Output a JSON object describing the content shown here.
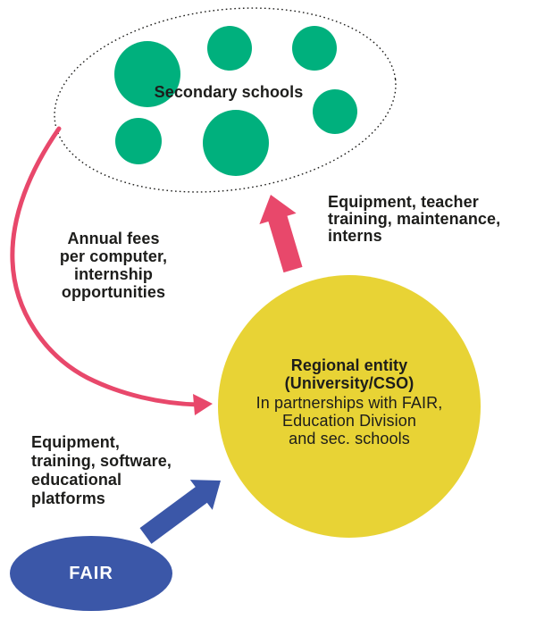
{
  "colors": {
    "green": "#00B07D",
    "yellow": "#E8D335",
    "blue": "#3B57A8",
    "pink": "#E8486B",
    "ink": "#1D1D1B"
  },
  "nodes": {
    "secondary_schools": {
      "label": "Secondary schools"
    },
    "regional_entity": {
      "title": "Regional entity\n(University/CSO)",
      "subtitle": "In partnerships with FAIR,\nEducation Division\nand sec. schools"
    },
    "fair": {
      "label": "FAIR"
    }
  },
  "flows": {
    "schools_to_regional": {
      "label": "Annual fees\nper computer,\ninternship\nopportunities"
    },
    "regional_to_schools": {
      "label": "Equipment, teacher\ntraining, maintenance,\ninterns"
    },
    "fair_to_regional": {
      "label": "Equipment,\ntraining, software,\neducational\nplatforms"
    }
  }
}
